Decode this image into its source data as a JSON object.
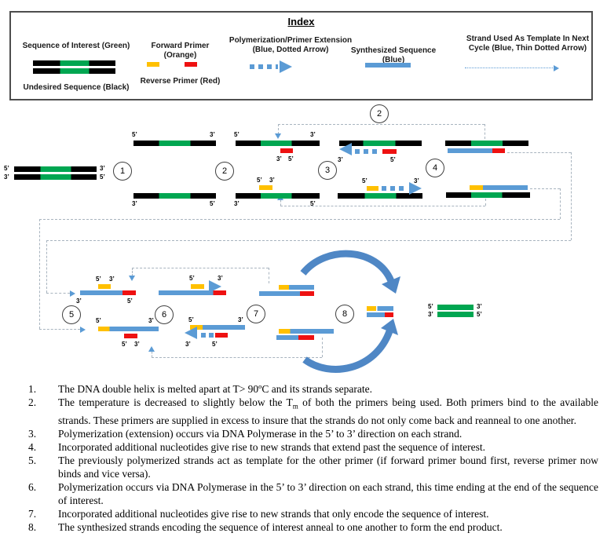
{
  "colors": {
    "c-green": "#00a651",
    "c-black": "#000000",
    "c-orange": "#ffc000",
    "c-red": "#ee1111",
    "c-blue": "#5b9bd5",
    "c-arc": "#4f87c5",
    "c-route": "#a8b4bf"
  },
  "index": {
    "title": "Index",
    "seq_interest": "Sequence of Interest (Green)",
    "undesired": "Undesired Sequence (Black)",
    "forward_primer": "Forward Primer (Orange)",
    "reverse_primer": "Reverse Primer (Red)",
    "polymerization": "Polymerization/Primer Extension (Blue, Dotted Arrow)",
    "synthesized": "Synthesized Sequence (Blue)",
    "template_next": "Strand Used As Template In Next Cycle  (Blue, Thin Dotted Arrow)"
  },
  "labels": {
    "five_prime": "5’",
    "three_prime": "3’"
  },
  "step_circles": [
    "1",
    "2",
    "2",
    "3",
    "4",
    "5",
    "6",
    "7",
    "8"
  ],
  "procedure": [
    {
      "num": "1.",
      "text": "The DNA double helix is melted apart at T> 90ºC and its strands separate."
    },
    {
      "num": "2.",
      "pre": "The temperature is decreased to slightly below the T",
      "sub": "m",
      "post": " of both the primers being used.  Both primers bind to the available strands.  These primers are supplied in excess to insure that the strands do not only come back and reanneal to one another."
    },
    {
      "num": "3.",
      "text": "Polymerization (extension) occurs via DNA Polymerase in the 5’ to 3’ direction on each strand."
    },
    {
      "num": "4.",
      "text": "Incorporated additional nucleotides give rise to new strands that extend past the sequence of interest."
    },
    {
      "num": "5.",
      "text": "The previously polymerized strands act as template for the other primer (if forward primer bound first, reverse primer now binds and vice versa)."
    },
    {
      "num": "6.",
      "text": "Polymerization occurs via DNA Polymerase in the 5’ to 3’ direction on each strand, this time ending at the end of the sequence of interest."
    },
    {
      "num": "7.",
      "text": "Incorporated additional nucleotides give rise to new strands that only encode the  sequence of interest."
    },
    {
      "num": "8.",
      "text": "The synthesized strands encoding the sequence of interest anneal to one another to form the end product."
    }
  ]
}
